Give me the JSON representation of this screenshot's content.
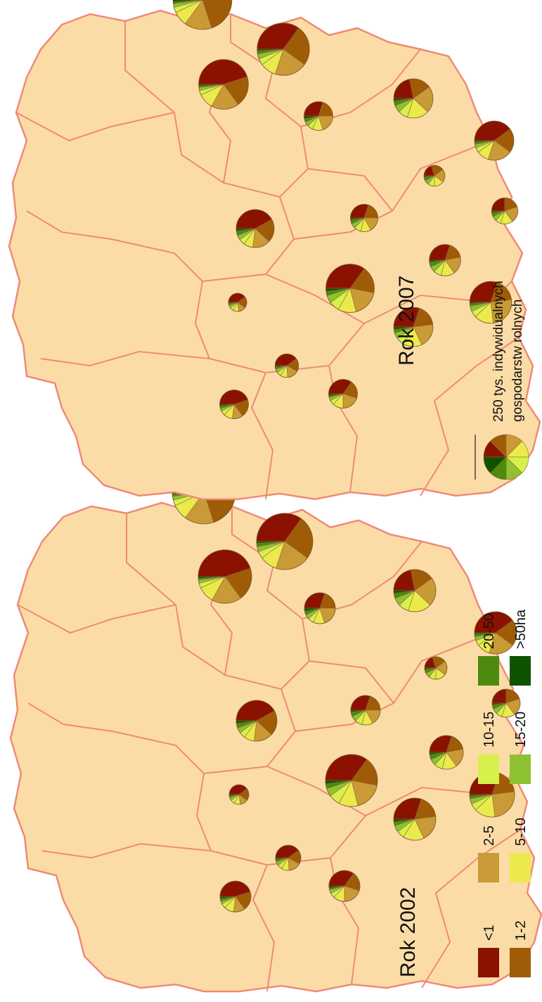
{
  "maps": [
    {
      "id": "2002",
      "title": "Rok 2002"
    },
    {
      "id": "2007",
      "title": "Rok 2007"
    }
  ],
  "legend": {
    "categories": [
      {
        "label": "<1",
        "color": "#8b1200"
      },
      {
        "label": "1-2",
        "color": "#9f5b06"
      },
      {
        "label": "2-5",
        "color": "#c99a35"
      },
      {
        "label": "5-10",
        "color": "#ece94c"
      },
      {
        "label": "10-15",
        "color": "#d7f04b"
      },
      {
        "label": "15-20",
        "color": "#8fc232"
      },
      {
        "label": "20-50",
        "color": "#4d8a0d"
      },
      {
        "label": ">50ha",
        "color": "#0f5200"
      }
    ],
    "size_line1": "250 tys. indywidualnych",
    "size_line2": "gospodarstw rolnych"
  },
  "colors": {
    "land": "#fcdca6",
    "border": "#ee8a78",
    "slice_edge": "#8a6a40"
  }
}
